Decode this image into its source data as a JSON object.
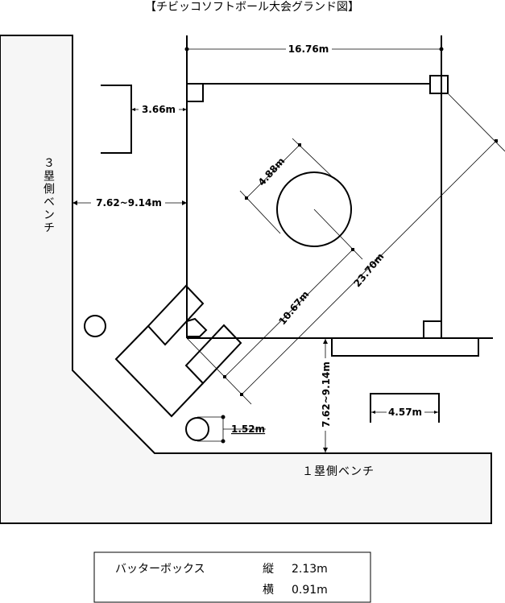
{
  "title": "【チビッコソフトボール大会グランド図】",
  "benches": {
    "third": "３塁側ベンチ",
    "first": "１塁側ベンチ"
  },
  "dimensions": {
    "base_distance": "16.76m",
    "coach_box_offset": "3.66m",
    "bench_distance_third": "7.62~9.14m",
    "bench_distance_first": "7.62~9.14m",
    "pitcher_circle": "4.88m",
    "pitching_distance": "10.67m",
    "home_to_second": "23.70m",
    "next_batter_circle": "1.52m",
    "coach_box_width": "4.57m"
  },
  "legend": {
    "label": "バッターボックス",
    "height_label": "縦",
    "height_value": "2.13m",
    "width_label": "横",
    "width_value": "0.91m"
  },
  "colors": {
    "bench_fill": "#f6f6f6",
    "line": "#000000"
  }
}
